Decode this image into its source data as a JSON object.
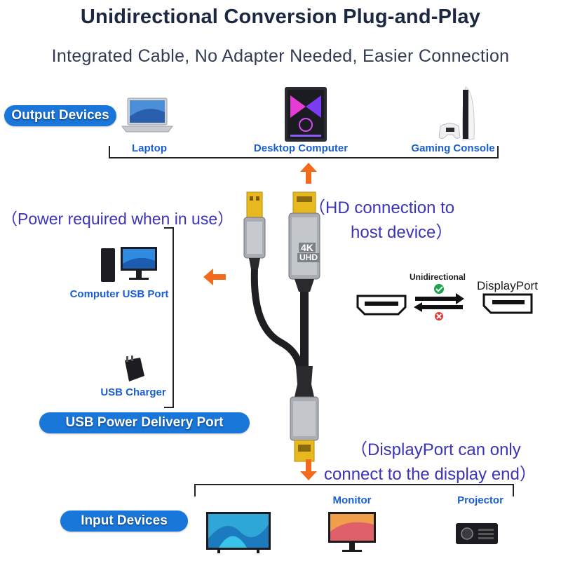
{
  "title": "Unidirectional Conversion Plug-and-Play",
  "subtitle": "Integrated Cable, No Adapter Needed, Easier Connection",
  "output": {
    "pill": "Output Devices",
    "devices": [
      "Laptop",
      "Desktop Computer",
      "Gaming Console"
    ]
  },
  "power": {
    "note": "（Power required when in use）",
    "usb_port": "Computer USB Port",
    "charger": "USB Charger",
    "pill": "USB Power Delivery Port"
  },
  "hd_note": {
    "line1": "（HD      connection to",
    "line2": "host device）"
  },
  "cable": {
    "hdmi_label": "4K",
    "hdmi_sub": "UHD"
  },
  "direction": {
    "label": "Unidirectional",
    "target": "DisplayPort"
  },
  "dp_note": {
    "line1": "（DisplayPort can only",
    "line2": "connect to the display end）"
  },
  "input": {
    "pill": "Input Devices",
    "devices": [
      "Monitor",
      "Projector"
    ]
  },
  "colors": {
    "accent_blue": "#1877d9",
    "orange_arrow": "#f26b1d",
    "note_purple": "#3b33b8",
    "label_blue": "#1a5fd1"
  }
}
